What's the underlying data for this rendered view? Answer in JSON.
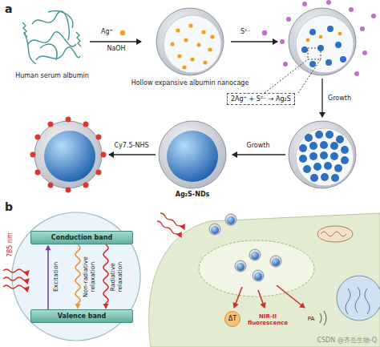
{
  "diagram": {
    "nodes": [
      {
        "text": [
          "2Ag⁺ + S²⁻ → Ag₂S"
        ]
      },
      {
        "text": [
          "Conduction band"
        ]
      },
      {
        "text": [
          "Valence band"
        ]
      }
    ],
    "edges": [
      {
        "from": 2,
        "to": 1,
        "label": "Excitation",
        "arrow": "to"
      },
      {
        "from": 1,
        "to": 2,
        "label": "Non-radiative relaxation",
        "arrow": "to"
      },
      {
        "from": 1,
        "to": 2,
        "label": "Radiative relaxation",
        "arrow": "to"
      }
    ],
    "labels": [
      "a",
      "Human serum albumin",
      "Ag⁺",
      "NaOH",
      "Hollow expansive albumin nanocage",
      "S²⁻",
      "Growth",
      "Growth",
      "Ag₂S-NDs",
      "Cy7.5-NHS",
      "b",
      "785 nm",
      "ΔT",
      "NIR-II fluorescence",
      "PA",
      "CSDN @齐岳生物-Q"
    ]
  }
}
